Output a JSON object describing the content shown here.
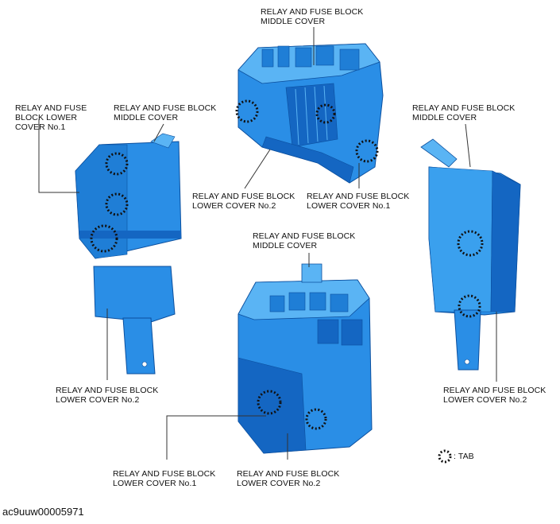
{
  "labels": {
    "top_middle_cover": [
      "RELAY AND FUSE BLOCK",
      "MIDDLE COVER"
    ],
    "left_lower_cover_no1": [
      "RELAY AND FUSE",
      "BLOCK LOWER",
      "COVER No.1"
    ],
    "left_middle_cover": [
      "RELAY AND FUSE BLOCK",
      "MIDDLE COVER"
    ],
    "right_middle_cover": [
      "RELAY AND FUSE BLOCK",
      "MIDDLE COVER"
    ],
    "top_lower_cover_no2": [
      "RELAY AND FUSE BLOCK",
      "LOWER COVER No.2"
    ],
    "top_lower_cover_no1": [
      "RELAY AND FUSE BLOCK",
      "LOWER COVER No.1"
    ],
    "bottom_middle_cover": [
      "RELAY AND FUSE BLOCK",
      "MIDDLE COVER"
    ],
    "left_lower_cover_no2": [
      "RELAY AND FUSE BLOCK",
      "LOWER COVER No.2"
    ],
    "right_lower_cover_no2": [
      "RELAY AND FUSE BLOCK",
      "LOWER COVER No.2"
    ],
    "bottom_lower_cover_no1": [
      "RELAY AND FUSE BLOCK",
      "LOWER COVER No.1"
    ],
    "bottom_lower_cover_no2": [
      "RELAY AND FUSE BLOCK",
      "LOWER COVER No.2"
    ]
  },
  "legend": {
    "tab_text": ": TAB"
  },
  "image_id": "ac9uuw00005971",
  "colors": {
    "body_blue": "#2a8ee6",
    "light_blue": "#5ab4f4",
    "dark_blue": "#1466c2",
    "outline": "#0b4f9e",
    "leader": "#333333"
  }
}
